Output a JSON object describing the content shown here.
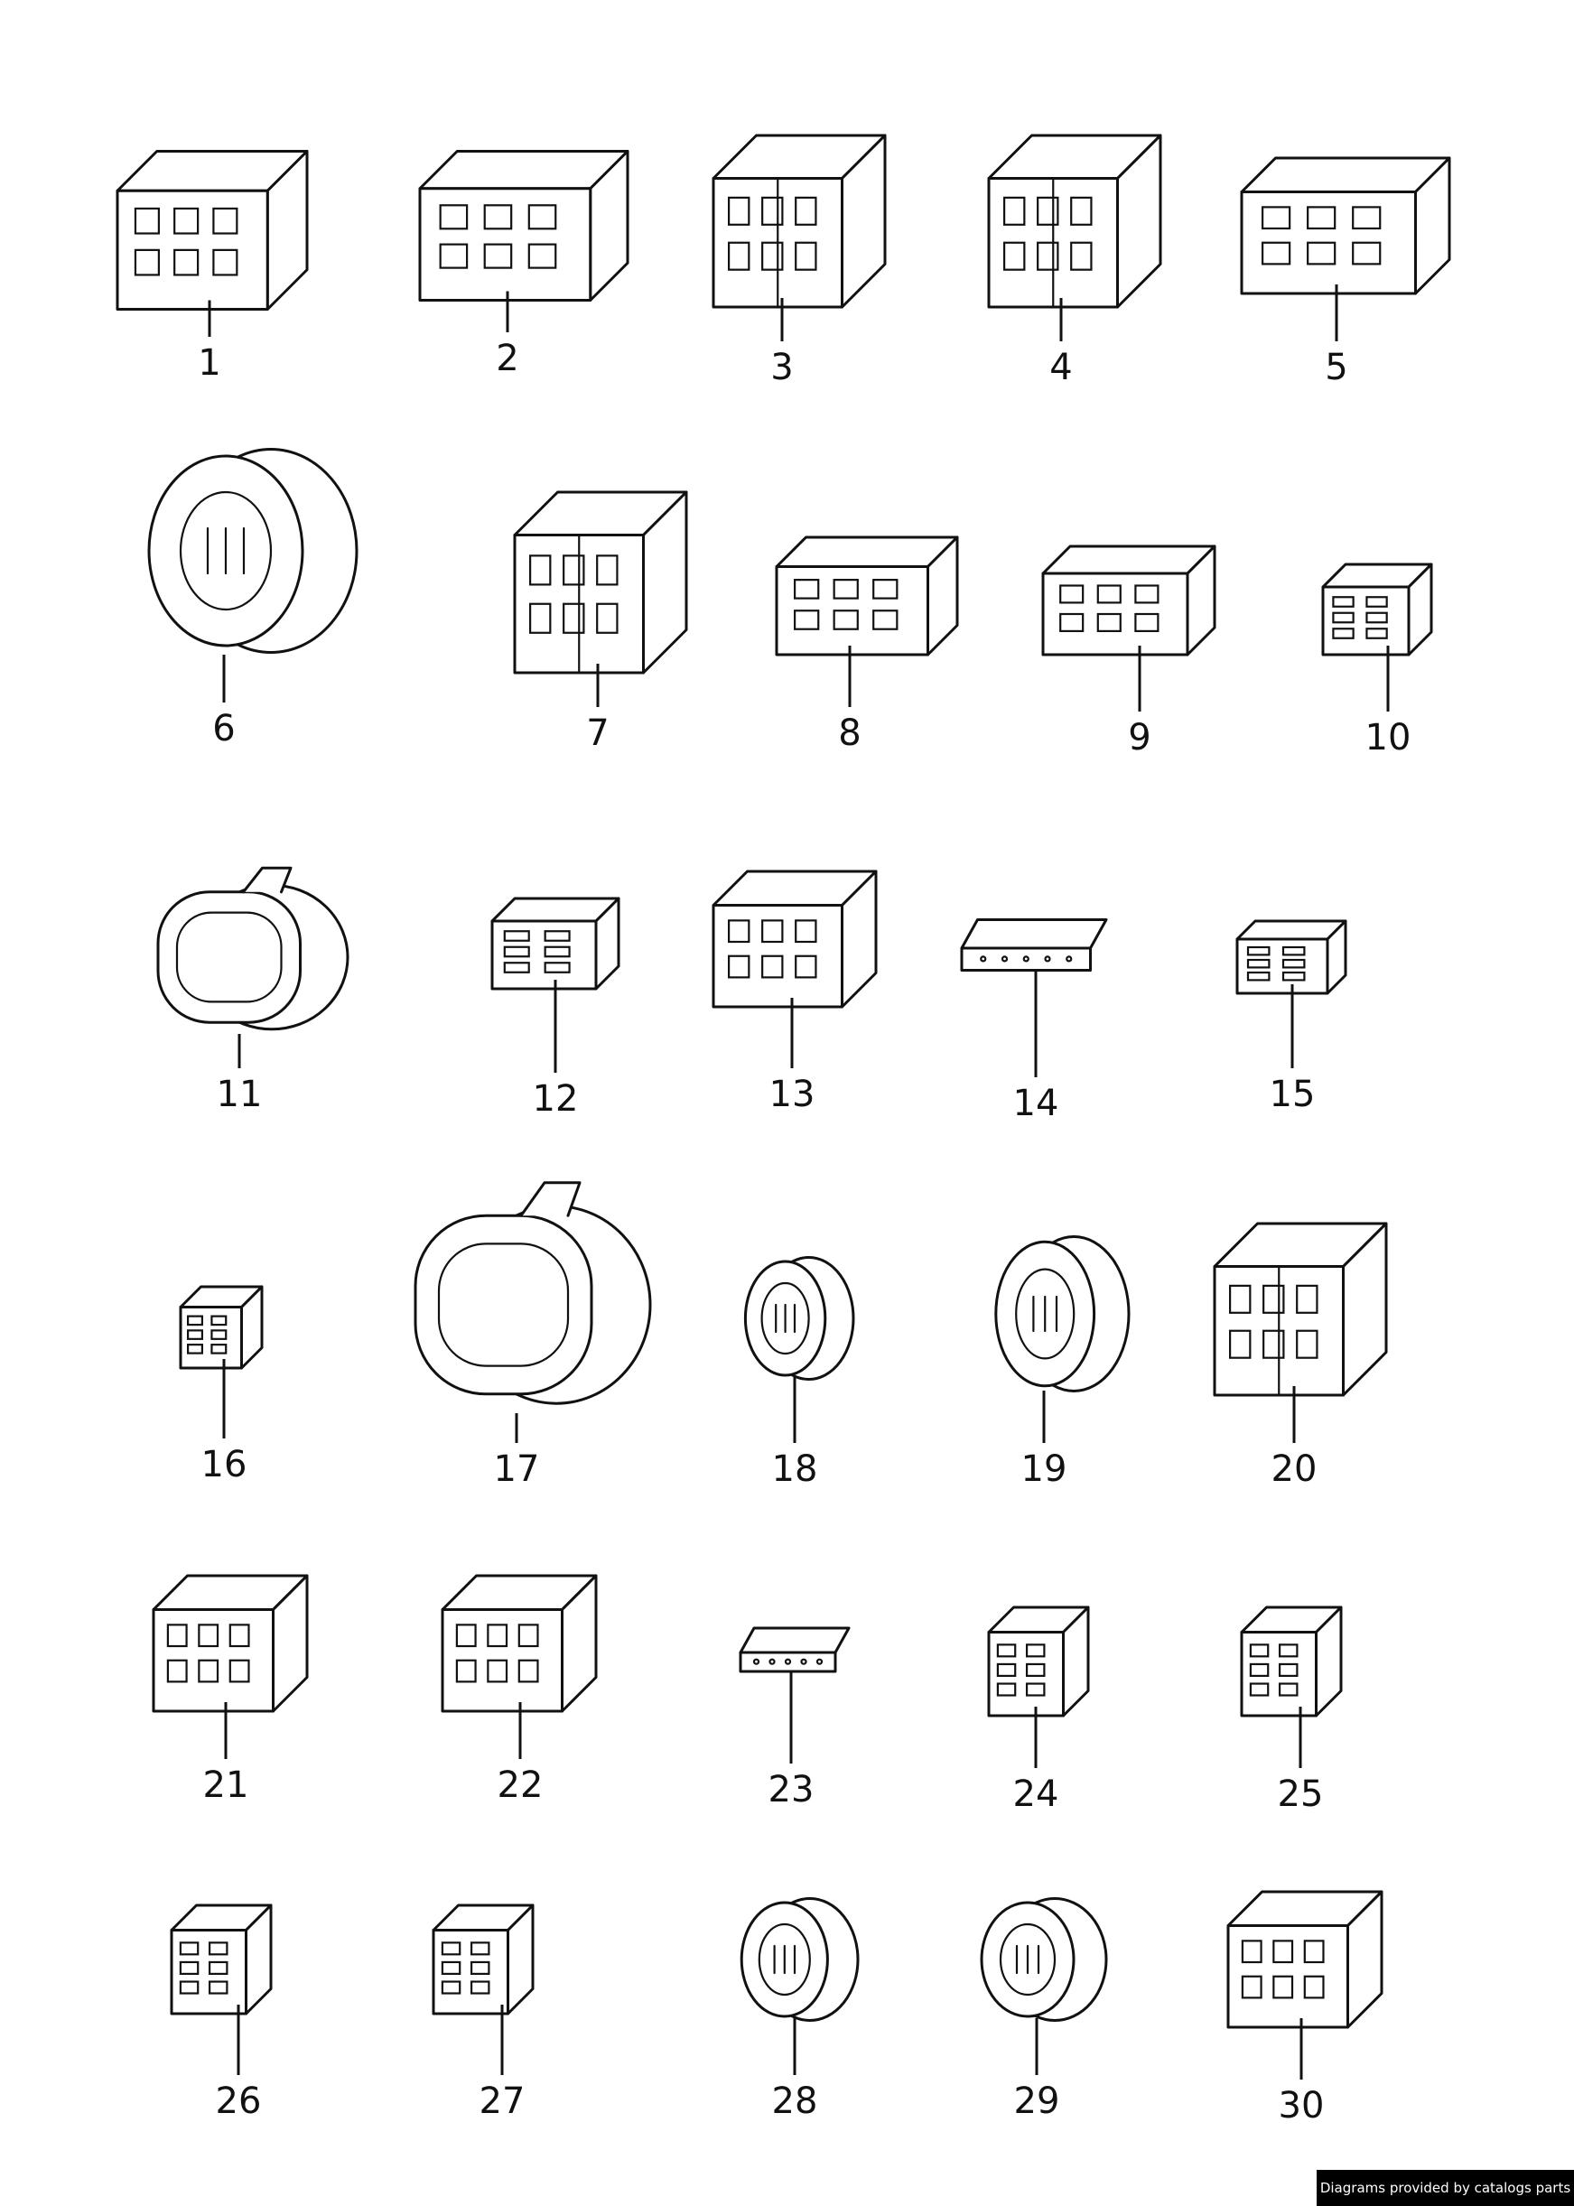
{
  "diagram": {
    "parts": [
      {
        "label": "1",
        "shape": "rect-connector"
      },
      {
        "label": "2",
        "shape": "rect-connector"
      },
      {
        "label": "3",
        "shape": "block"
      },
      {
        "label": "4",
        "shape": "block"
      },
      {
        "label": "5",
        "shape": "rect-connector"
      },
      {
        "label": "6",
        "shape": "round-connector"
      },
      {
        "label": "7",
        "shape": "block"
      },
      {
        "label": "8",
        "shape": "rect-connector"
      },
      {
        "label": "9",
        "shape": "rect-connector"
      },
      {
        "label": "10",
        "shape": "small-housing"
      },
      {
        "label": "11",
        "shape": "oval-connector"
      },
      {
        "label": "12",
        "shape": "small-housing"
      },
      {
        "label": "13",
        "shape": "rect-connector"
      },
      {
        "label": "14",
        "shape": "flat-strip"
      },
      {
        "label": "15",
        "shape": "small-housing"
      },
      {
        "label": "16",
        "shape": "small-housing"
      },
      {
        "label": "17",
        "shape": "oval-connector"
      },
      {
        "label": "18",
        "shape": "round-connector"
      },
      {
        "label": "19",
        "shape": "round-connector"
      },
      {
        "label": "20",
        "shape": "block"
      },
      {
        "label": "21",
        "shape": "rect-connector"
      },
      {
        "label": "22",
        "shape": "rect-connector"
      },
      {
        "label": "23",
        "shape": "flat-strip"
      },
      {
        "label": "24",
        "shape": "small-housing"
      },
      {
        "label": "25",
        "shape": "small-housing"
      },
      {
        "label": "26",
        "shape": "small-housing"
      },
      {
        "label": "27",
        "shape": "small-housing"
      },
      {
        "label": "28",
        "shape": "round-connector"
      },
      {
        "label": "29",
        "shape": "round-connector"
      },
      {
        "label": "30",
        "shape": "rect-connector"
      }
    ]
  },
  "footer": {
    "credit": "Diagrams provided by catalogs parts"
  },
  "colors": {
    "line": "#111111",
    "background": "#ffffff",
    "credit_bg": "#000000",
    "credit_text": "#ffffff"
  }
}
